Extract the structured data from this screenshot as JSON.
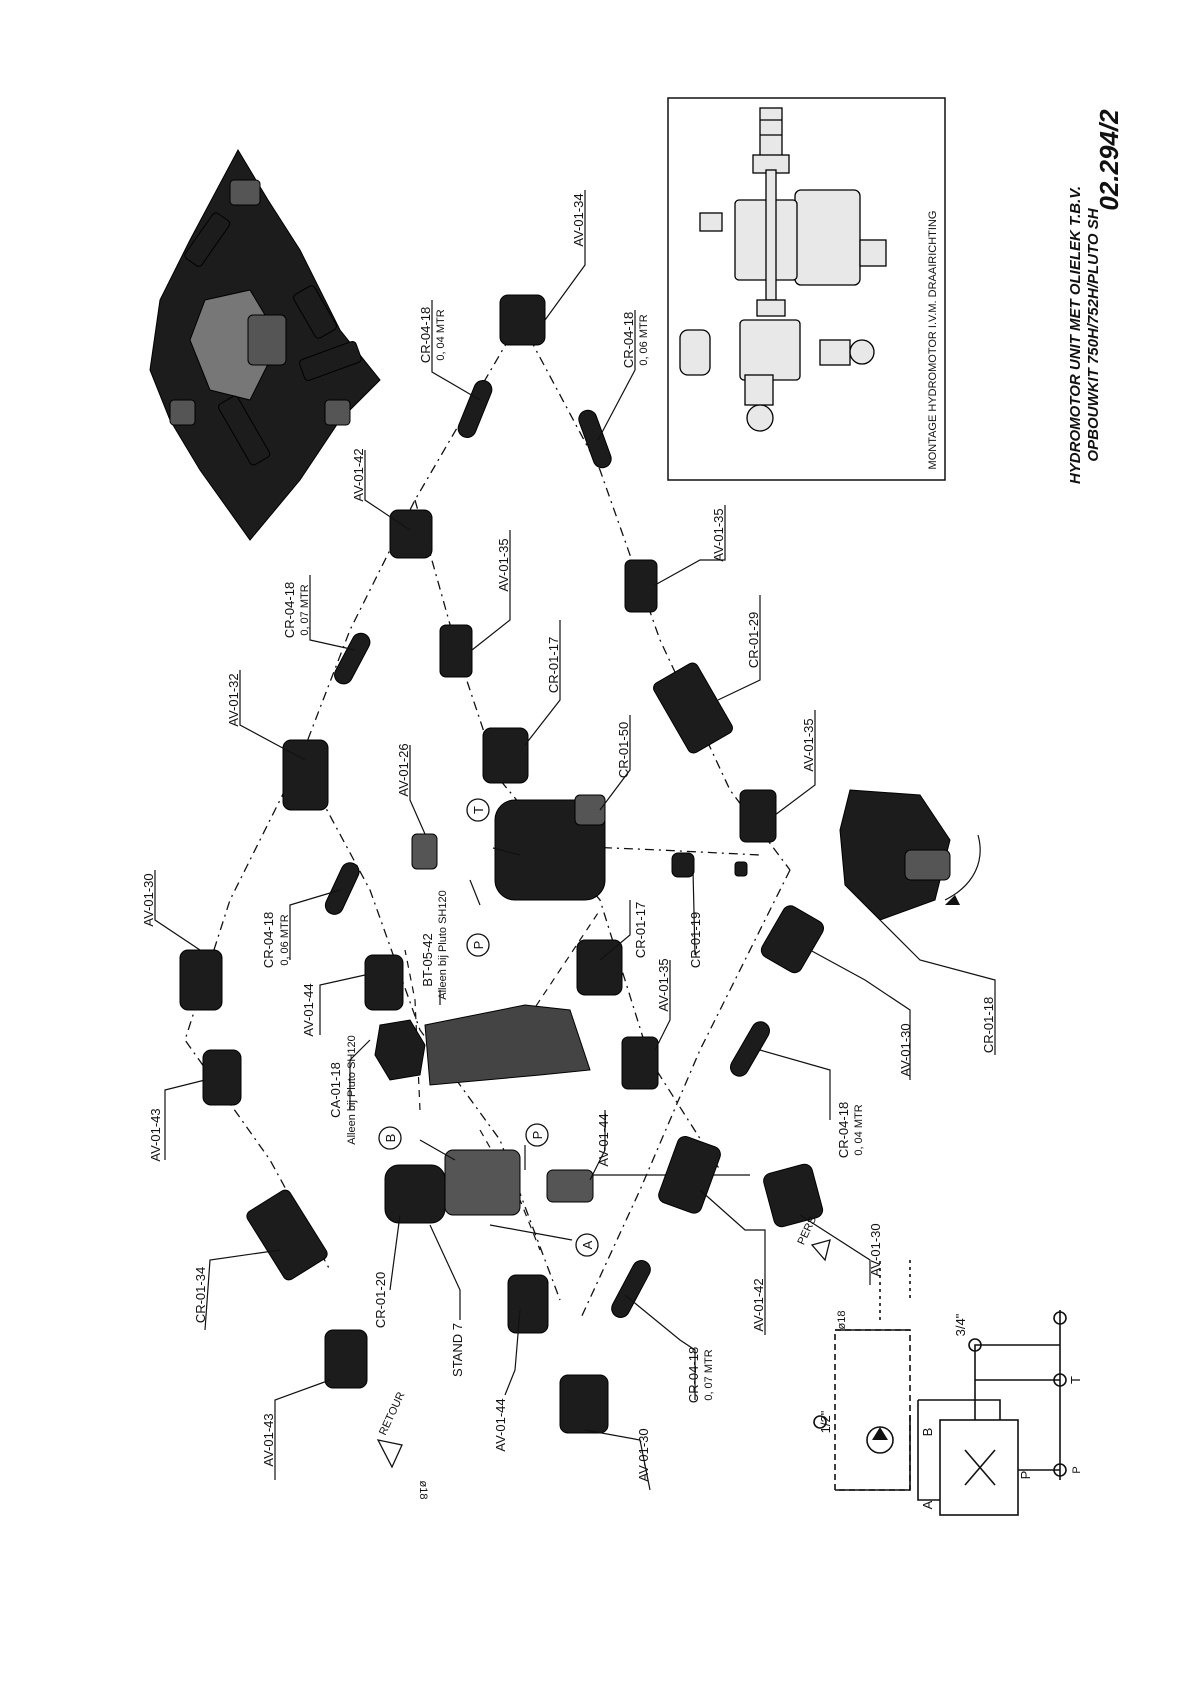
{
  "title_block": {
    "line1": "HYDROMOTOR UNIT MET OLIELEK T.B.V.",
    "line2": "OPBOUWKIT 750H/752H/PLUTO SH",
    "drawing_number": "02.294/2"
  },
  "inset": {
    "caption": "MONTAGE HYDROMOTOR I.V.M. DRAAIRICHTING"
  },
  "labels": {
    "av_01_34": "AV-01-34",
    "cr_04_18_top_a": "CR-04-18",
    "cr_04_18_top_a_len": "0, 04 MTR",
    "cr_04_18_top_b": "CR-04-18",
    "cr_04_18_top_b_len": "0, 06 MTR",
    "av_01_42_top": "AV-01-42",
    "cr_04_18_mid": "CR-04-18",
    "cr_04_18_mid_len": "0, 07 MTR",
    "av_01_35_a": "AV-01-35",
    "av_01_35_b": "AV-01-35",
    "av_01_32": "AV-01-32",
    "cr_01_17_top": "CR-01-17",
    "cr_01_29": "CR-01-29",
    "av_01_26": "AV-01-26",
    "cr_01_50": "CR-01-50",
    "av_01_35_c": "AV-01-35",
    "av_01_30_top": "AV-01-30",
    "cr_04_18_left": "CR-04-18",
    "cr_04_18_left_len": "0, 06 MTR",
    "bt_05_42": "BT-05-42",
    "bt_05_42_note": "Alleen bij Pluto SH120",
    "cr_01_17_low": "CR-01-17",
    "cr_01_19": "CR-01-19",
    "av_01_44_a": "AV-01-44",
    "av_01_35_d": "AV-01-35",
    "av_01_43_a": "AV-01-43",
    "ca_01_18": "CA-01-18",
    "ca_01_18_note": "Alleen bij Pluto SH120",
    "av_01_30_right": "AV-01-30",
    "cr_01_18": "CR-01-18",
    "cr_04_18_low": "CR-04-18",
    "cr_04_18_low_len": "0, 04 MTR",
    "av_01_44_b": "AV-01-44",
    "cr_01_34": "CR-01-34",
    "cr_01_20": "CR-01-20",
    "av_01_30_low": "AV-01-30",
    "av_01_42_low": "AV-01-42",
    "stand_7": "STAND 7",
    "av_01_44_c": "AV-01-44",
    "cr_04_18_bottom": "CR-04-18",
    "cr_04_18_bottom_len": "0, 07 MTR",
    "av_01_30_bottom": "AV-01-30",
    "av_01_43_b": "AV-01-43",
    "retour": "RETOUR",
    "pers": "PERS",
    "size_18_a": "ø18",
    "size_18_b": "ø18",
    "port_T": "T",
    "port_P_top": "P",
    "port_B": "B",
    "port_P_low": "P",
    "port_A": "A"
  },
  "schematic": {
    "size_half": "1/2\"",
    "size_three_quarter": "3/4\"",
    "port_A": "A",
    "port_B": "B",
    "port_P": "P",
    "port_T": "T",
    "port_P_bottom": "P"
  }
}
